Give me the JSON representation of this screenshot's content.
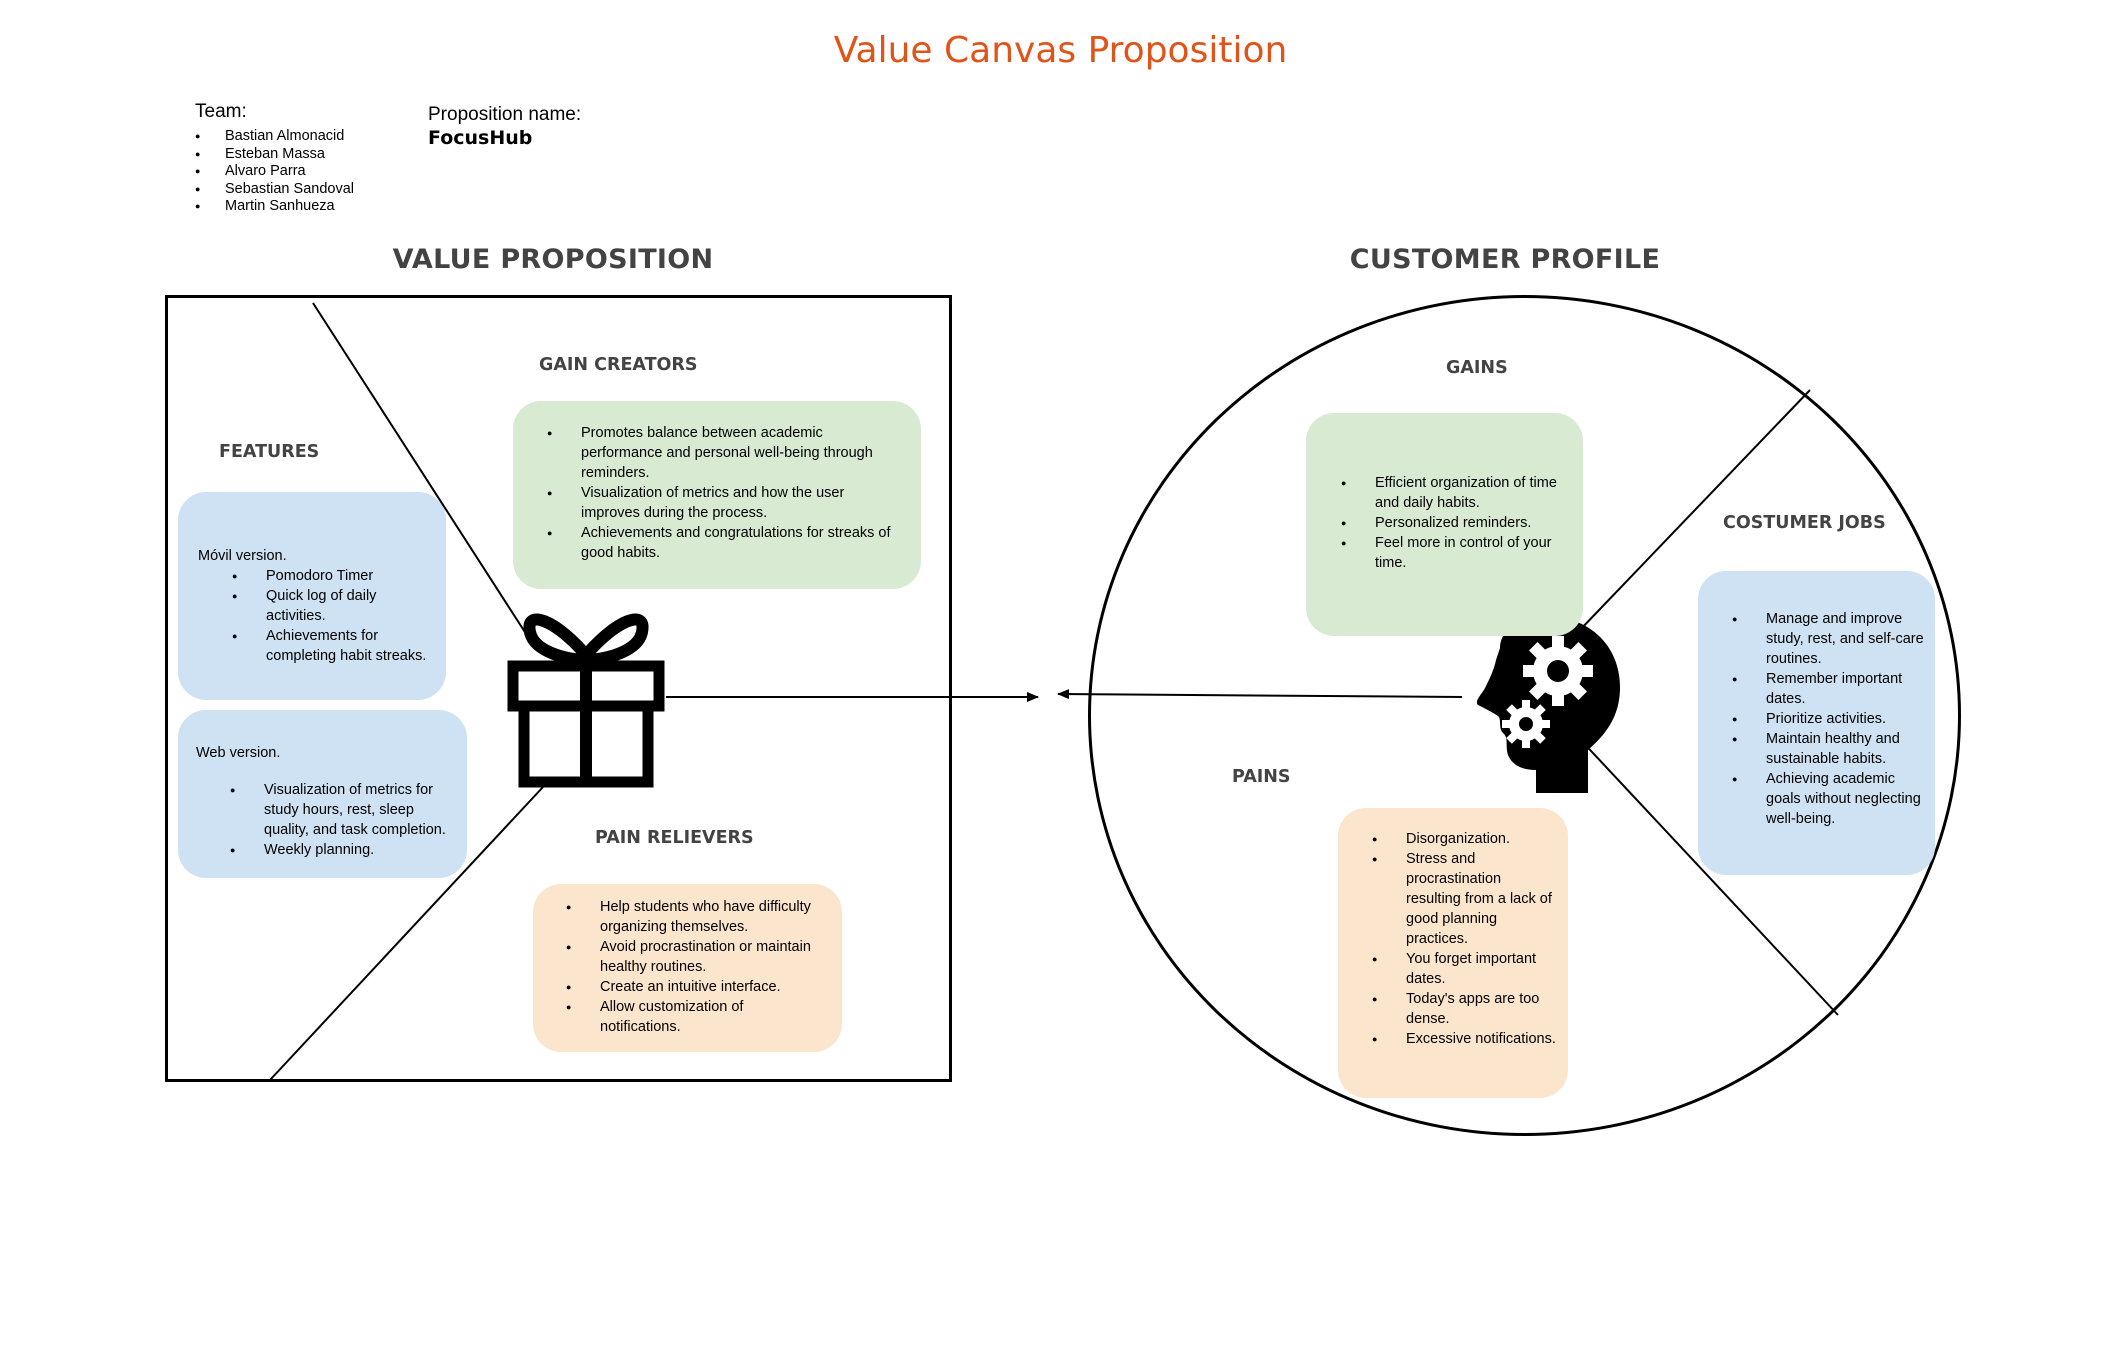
{
  "title": "Value Canvas Proposition",
  "team": {
    "label": "Team:",
    "members": [
      "Bastian Almonacid",
      "Esteban Massa",
      "Alvaro Parra",
      "Sebastian Sandoval",
      "Martin Sanhueza"
    ]
  },
  "proposition": {
    "label": "Proposition name:",
    "name": "FocusHub"
  },
  "value_proposition": {
    "title": "VALUE PROPOSITION",
    "icon": "gift-icon",
    "gain_creators": {
      "title": "GAIN CREATORS",
      "items": [
        "Promotes balance between academic performance and personal well-being through reminders.",
        "Visualization of metrics and how the user improves during the process.",
        "Achievements and congratulations for streaks of good habits."
      ]
    },
    "features": {
      "title": "FEATURES",
      "mobile": {
        "heading": "Móvil version.",
        "items": [
          "Pomodoro Timer",
          "Quick log of daily activities.",
          "Achievements for completing habit streaks."
        ]
      },
      "web": {
        "heading": "Web version.",
        "items": [
          "Visualization of metrics for study hours, rest, sleep quality, and task completion.",
          "Weekly planning."
        ]
      }
    },
    "pain_relievers": {
      "title": "PAIN RELIEVERS",
      "items": [
        "Help students who have difficulty organizing themselves.",
        "Avoid procrastination or maintain healthy routines.",
        "Create an intuitive interface.",
        "Allow customization of notifications."
      ]
    }
  },
  "customer_profile": {
    "title": "CUSTOMER PROFILE",
    "icon": "head-gears-icon",
    "gains": {
      "title": "GAINS",
      "items": [
        "Efficient organization of time and daily habits.",
        "Personalized reminders.",
        "Feel more in control of your time."
      ]
    },
    "jobs": {
      "title": "COSTUMER JOBS",
      "items": [
        "Manage and improve study, rest, and self-care routines.",
        "Remember important dates.",
        "Prioritize activities.",
        "Maintain healthy and sustainable habits.",
        "Achieving academic goals without neglecting well-being."
      ]
    },
    "pains": {
      "title": "PAINS",
      "items": [
        "Disorganization.",
        "Stress and procrastination resulting from a lack of good planning practices.",
        "You forget important dates.",
        "Today's apps are too dense.",
        "Excessive notifications."
      ]
    }
  },
  "colors": {
    "title": "#e0541a",
    "section_title": "#434343",
    "gain_card": "#d9ead3",
    "feature_card": "#cfe2f3",
    "pain_card": "#fce5cd"
  }
}
